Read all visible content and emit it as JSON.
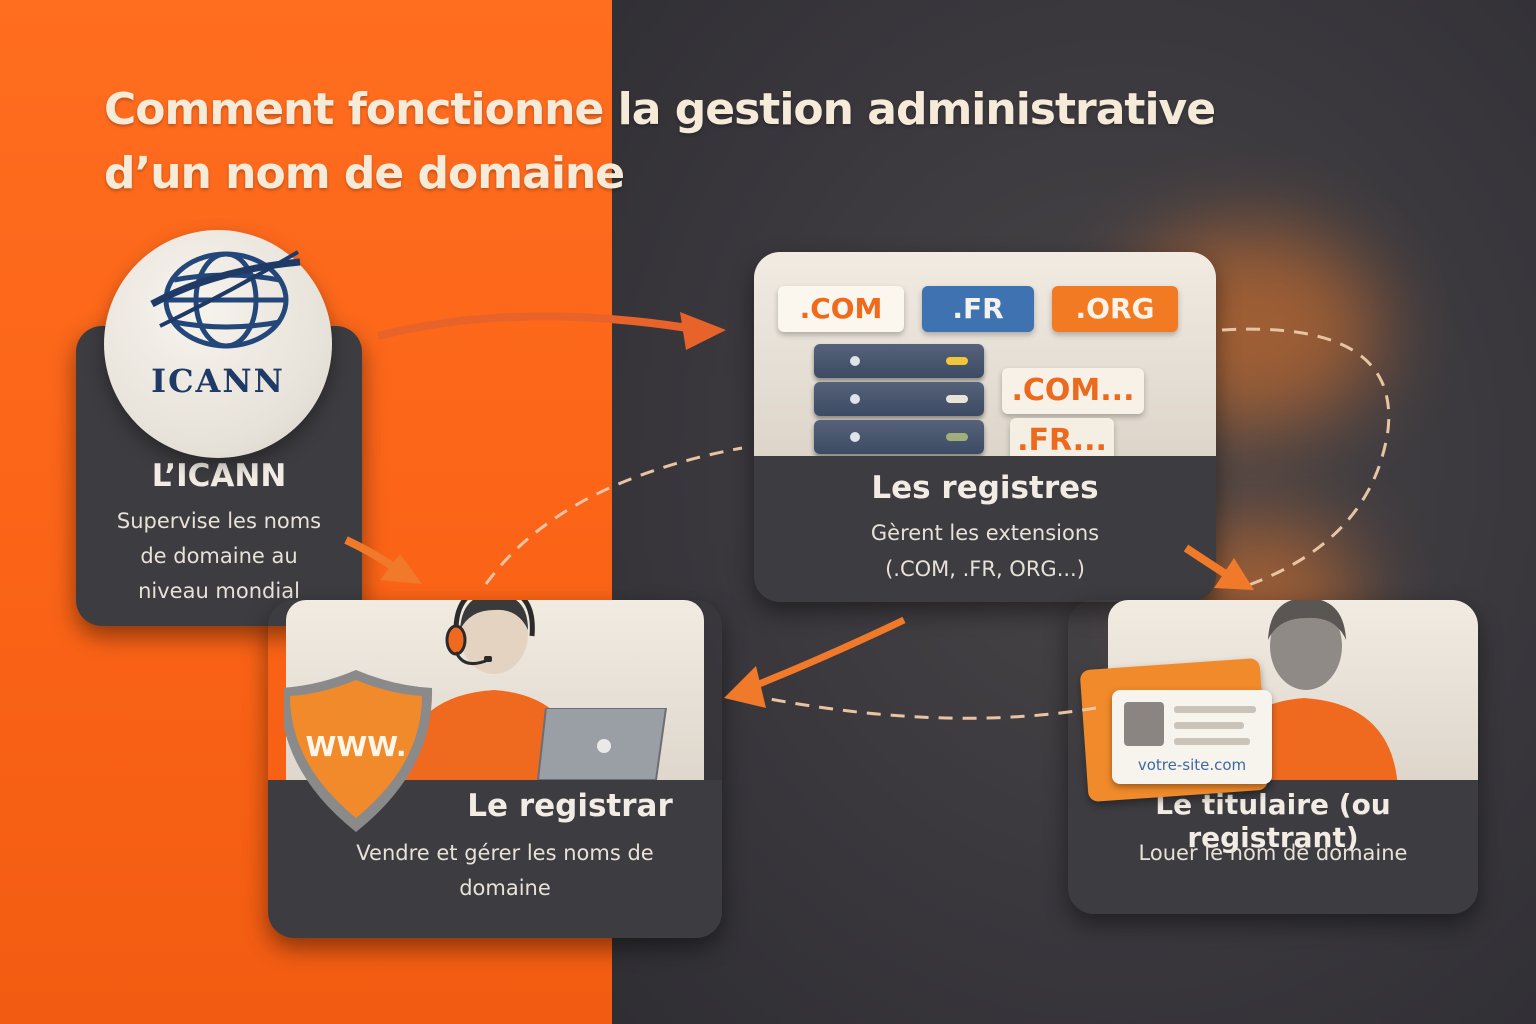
{
  "title": "Comment fonctionne la gestion administrative d’un nom de domaine",
  "colors": {
    "orange": "#ff6d1f",
    "dark": "#3b3a3f",
    "card_dark": "#3d3c40",
    "cream": "#f6ead8",
    "icann_blue": "#1f3a66"
  },
  "icann": {
    "logo_text": "ICANN",
    "label": "L’ICANN",
    "description": "Supervise les noms de domaine au niveau mondial"
  },
  "registres": {
    "tags": [
      ".COM",
      ".FR",
      ".ORG",
      ".COM...",
      ".FR..."
    ],
    "label": "Les registres",
    "description_line1": "Gèrent les extensions",
    "description_line2": "(.COM, .FR, ORG...)"
  },
  "registrar": {
    "shield_text": "WWW.",
    "label": "Le registrar",
    "description": "Vendre et gérer les noms de domaine"
  },
  "titulaire": {
    "card_text": "votre-site.com",
    "label": "Le titulaire (ou registrant)",
    "description": "Louer le nom de domaine"
  },
  "icons": [
    "globe-icon",
    "server-icon",
    "shield-icon",
    "headset-agent-icon",
    "laptop-icon",
    "person-icon",
    "id-card-icon",
    "folder-icon",
    "arrow-icon"
  ]
}
